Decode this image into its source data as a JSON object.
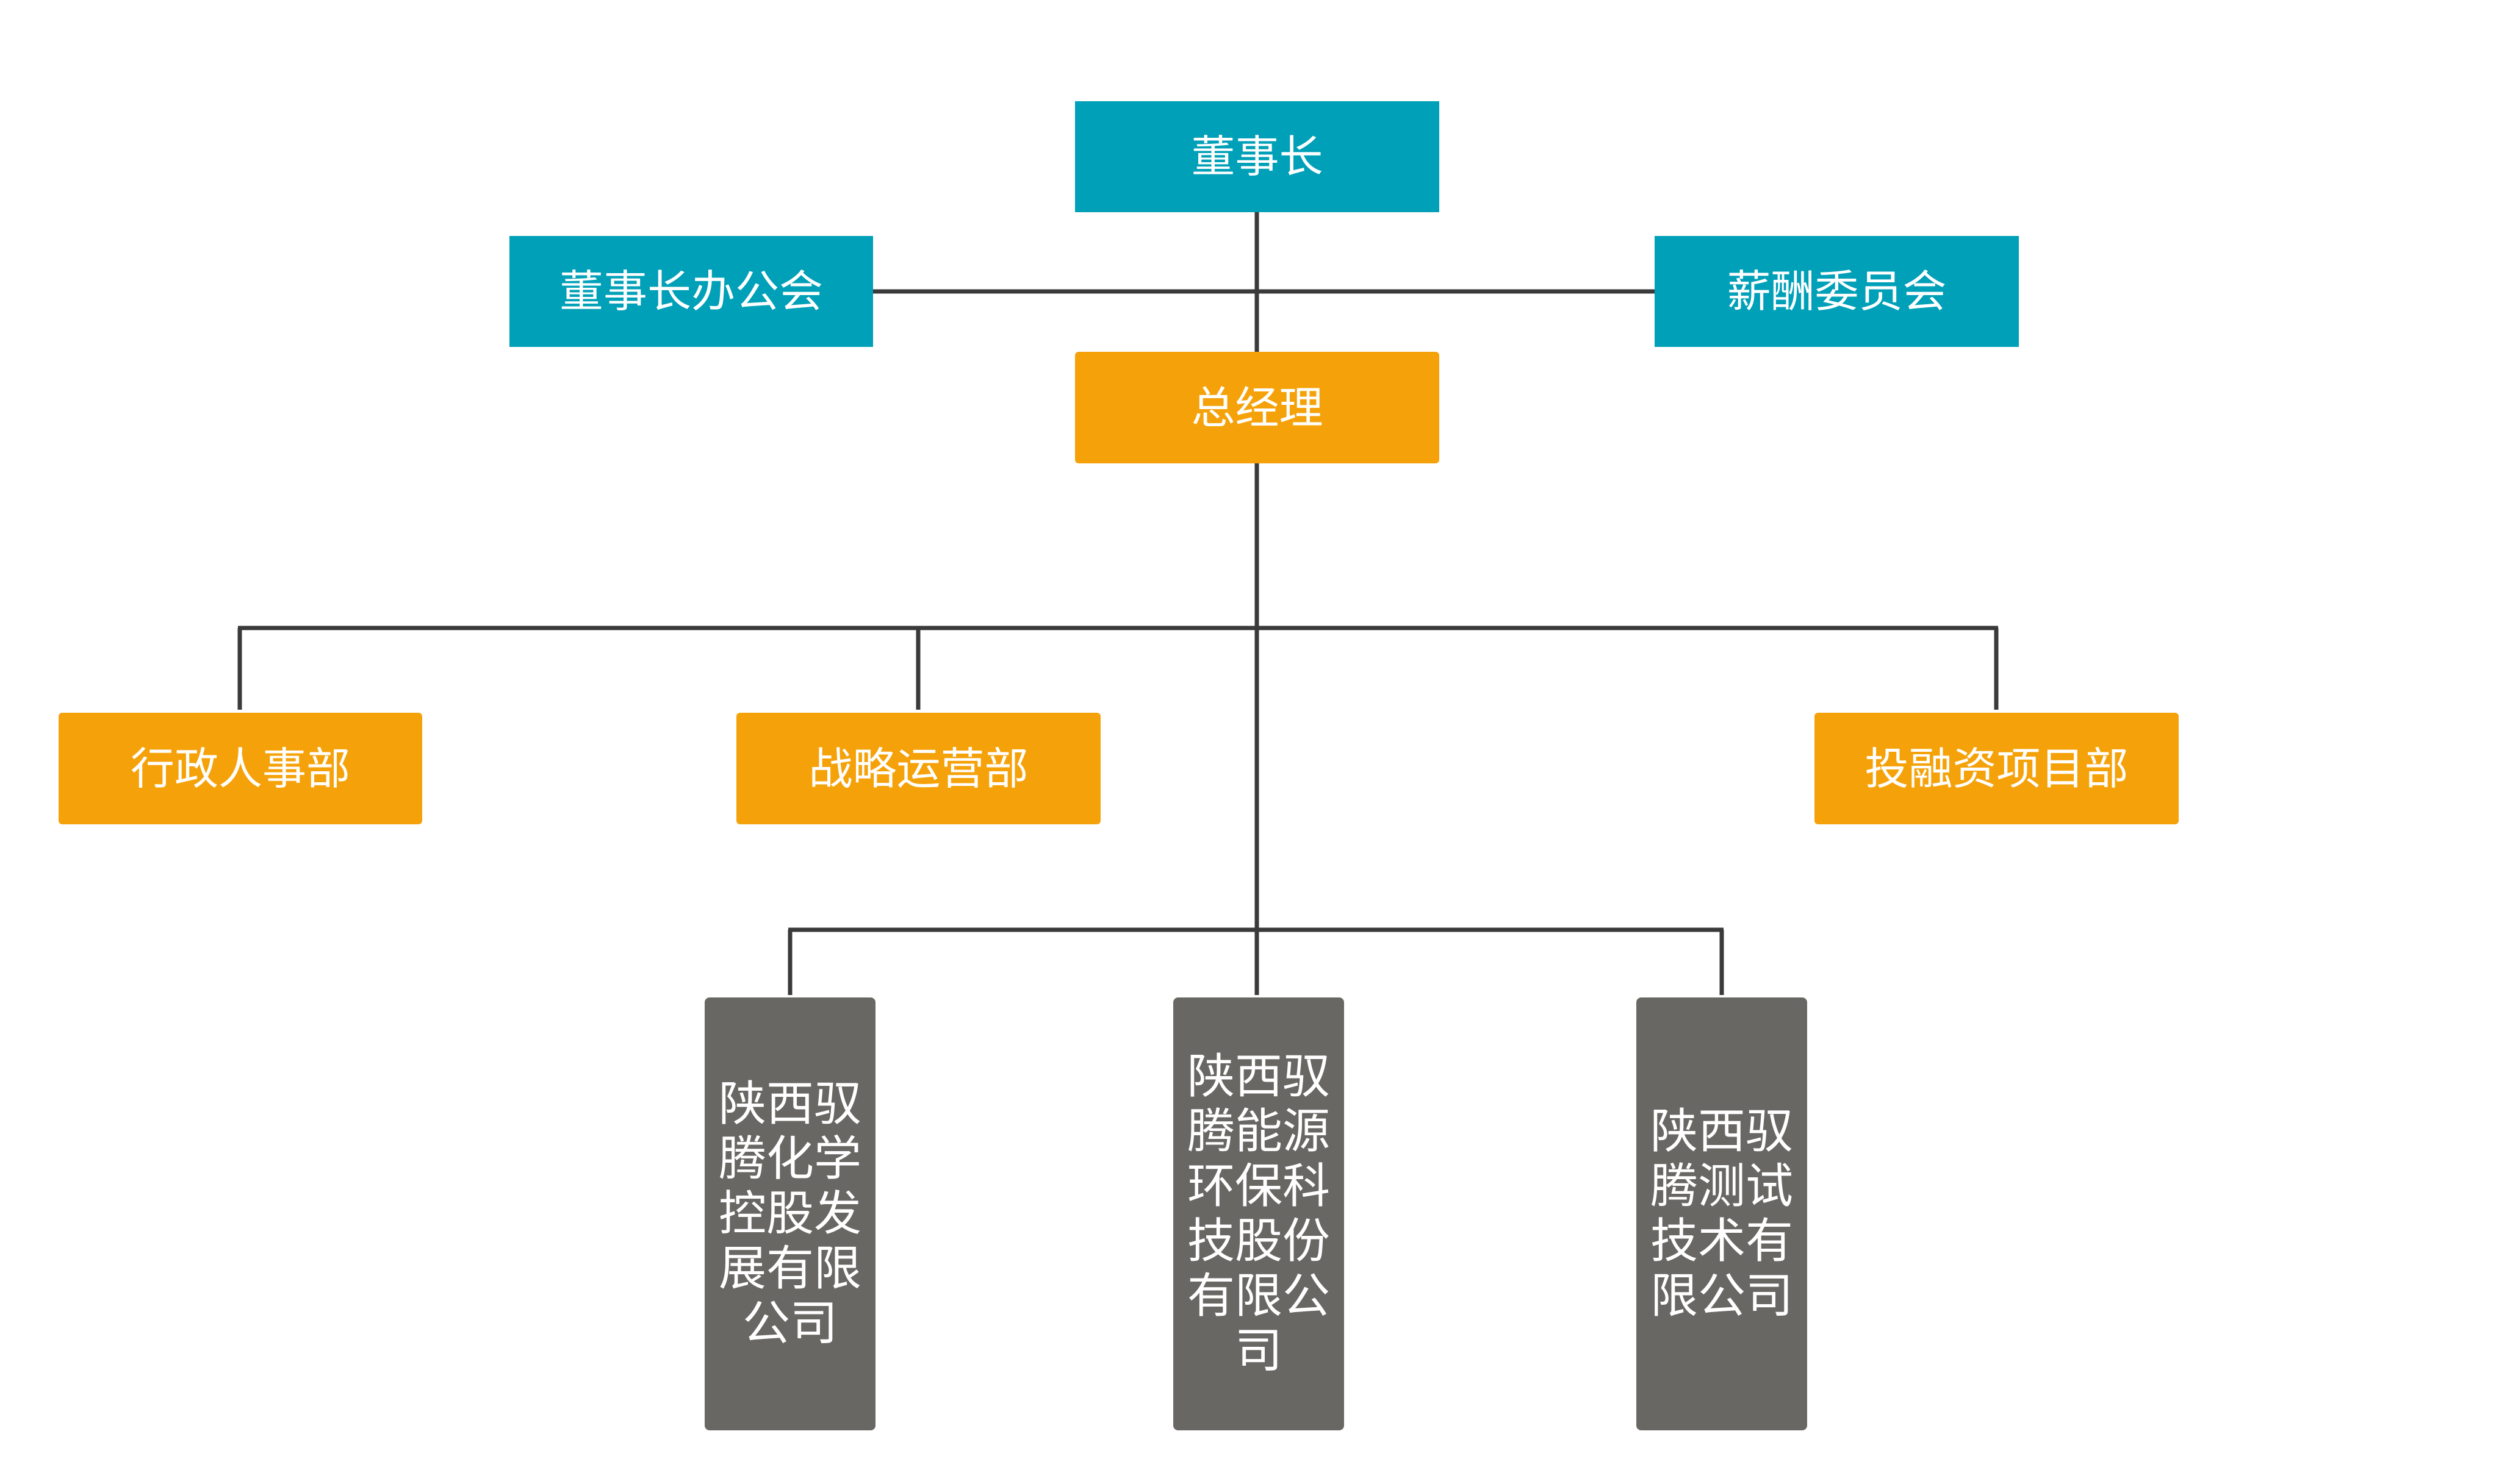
{
  "colors": {
    "teal": "#00a0b8",
    "orange": "#f5a20a",
    "gray": "#686763",
    "line": "#3a3a3a"
  },
  "nodes": {
    "chairman": "董事长",
    "chairman_office": "董事长办公会",
    "salary_committee": "薪酬委员会",
    "general_manager": "总经理",
    "admin_hr": "行政人事部",
    "strategy_ops": "战略运营部",
    "investment": "投融资项目部",
    "subsidiary_1": "陕西驭腾化学控股发展有限公司",
    "subsidiary_2": "陕西驭腾能源环保科技股份有限公司",
    "subsidiary_3": "陕西驭腾测试技术有限公司"
  }
}
